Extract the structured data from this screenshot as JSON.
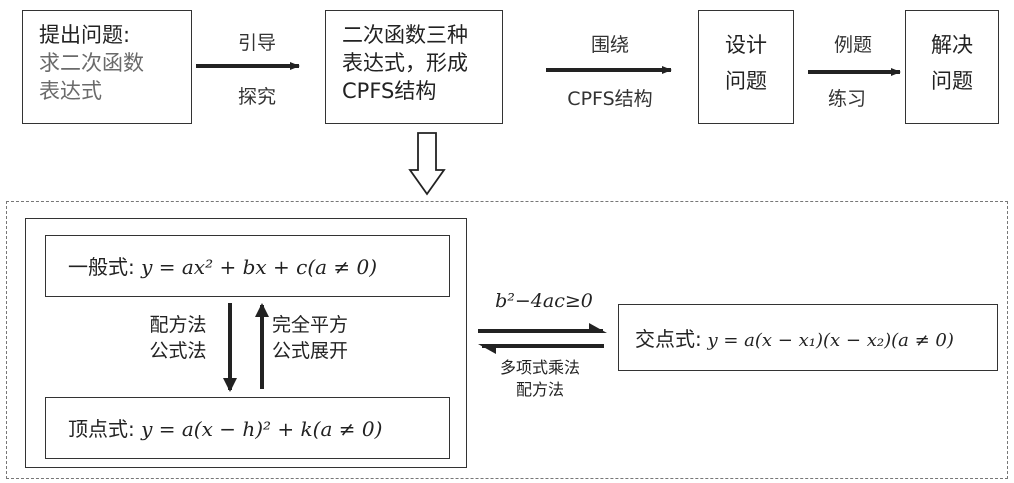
{
  "flow": {
    "step1": {
      "title": "提出问题:",
      "line2": "求二次函数",
      "line3": "表达式"
    },
    "edge1": {
      "top": "引导",
      "bottom": "探究"
    },
    "step2": {
      "line1": "二次函数三种",
      "line2": "表达式，形成",
      "line3": "CPFS结构"
    },
    "edge2": {
      "top": "围绕",
      "bottom": "CPFS结构"
    },
    "step3": {
      "line1": "设计",
      "line2": "问题"
    },
    "edge3": {
      "top": "例题",
      "bottom": "练习"
    },
    "step4": {
      "line1": "解决",
      "line2": "问题"
    }
  },
  "forms": {
    "general": {
      "label": "一般式:",
      "formula": "y = ax² + bx + c(a ≠ 0)"
    },
    "down_label": {
      "line1": "配方法",
      "line2": "公式法"
    },
    "up_label": {
      "line1": "完全平方",
      "line2": "公式展开"
    },
    "vertex": {
      "label": "顶点式:",
      "formula": "y = a(x − h)² + k(a ≠ 0)"
    },
    "right_arrow_label": "b²−4ac≥0",
    "left_arrow_label": {
      "line1": "多项式乘法",
      "line2": "配方法"
    },
    "intercept": {
      "label": "交点式:",
      "formula": "y = a(x − x₁)(x − x₂)(a ≠ 0)"
    }
  }
}
